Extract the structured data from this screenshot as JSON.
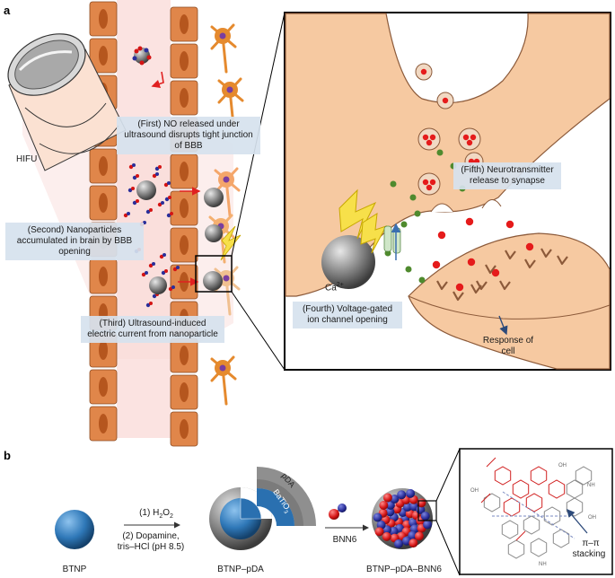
{
  "panel_a": {
    "letter": "a",
    "hifu_label": "HIFU",
    "step1": "(First) NO released under ultrasound disrupts tight junction of BBB",
    "step2": "(Second) Nanoparticles accumulated in brain by BBB opening",
    "step3": "(Third) Ultrasound-induced electric current from nanoparticle",
    "step4": "(Fourth) Voltage-gated ion channel opening",
    "step5": "(Fifth) Neurotransmitter release to synapse",
    "calcium": "Ca",
    "calcium_sup": "2+",
    "response": "Response of cell"
  },
  "panel_b": {
    "letter": "b",
    "btnp": "BTNP",
    "step1_prefix": "(1) H",
    "step1_sub": "2",
    "step1_mid": "O",
    "step1_sub2": "2",
    "step2": "(2) Dopamine, tris–HCl (pH 8.5)",
    "pda_label": "pDA",
    "batio3_prefix": "BaTiO",
    "batio3_sub": "3",
    "btnp_pda": "BTNP–pDA",
    "bnn6": "BNN6",
    "btnp_pda_bnn6": "BTNP–pDA–BNN6",
    "pi_stacking_1": "π–π",
    "pi_stacking_2": "stacking",
    "oh": "OH",
    "nh": "NH"
  },
  "colors": {
    "cell_orange": "#e0864a",
    "nucleus": "#b5561e",
    "vessel_pink": "#fbe3e1",
    "neuron_tan": "#f6c9a1",
    "neuron_outline": "#8c5a3a",
    "dot_red": "#e51b1b",
    "dot_green": "#4f8a2e",
    "bubble_tan": "#f1d9c3",
    "arrow_red": "#e02020",
    "bolt_yellow": "#f7e04a",
    "btnp_blue": "#2f78b8",
    "shell_gray": "#8f8f8f",
    "batio3_blue": "#2a70b0",
    "label_box": "#d6e2ee"
  }
}
